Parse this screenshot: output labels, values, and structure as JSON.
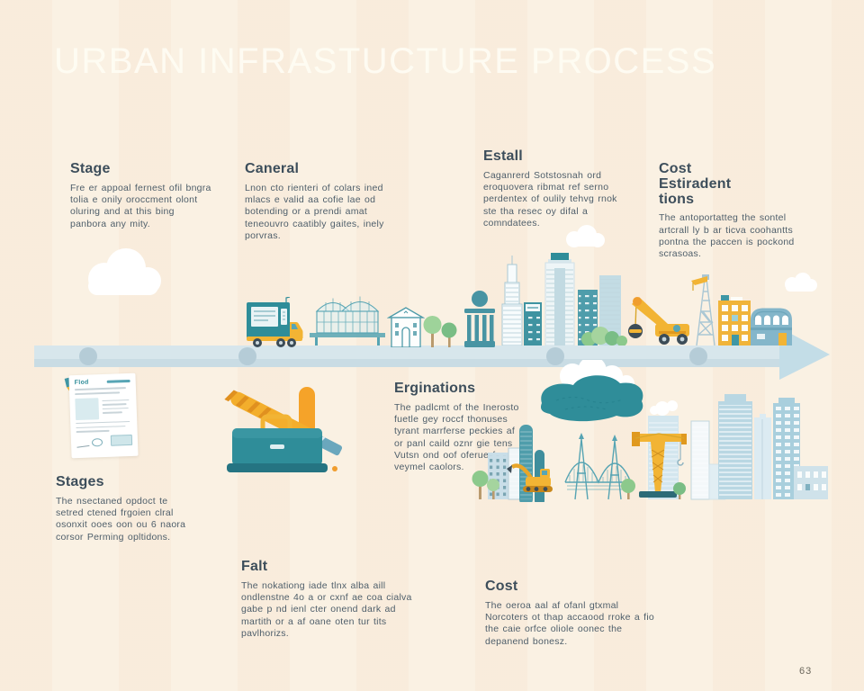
{
  "page": {
    "title": "URBAN INFRASTUCTURE PROCESS",
    "page_number": "63"
  },
  "colors": {
    "background": "#faf1e3",
    "title_text": "#fffdf4",
    "heading_text": "#3d4e5b",
    "body_text": "#4e5e6a",
    "teal": "#2f8d99",
    "teal_light": "#57a5b5",
    "sky_blue": "#c9dee8",
    "yellow": "#f2b434",
    "green": "#8cc98c",
    "arrow_blue": "#d7e6ec",
    "arrow_node": "#b5ccd7"
  },
  "document": {
    "label": "Flod"
  },
  "sections": {
    "stage": {
      "heading": "Stage",
      "body": "Fre er appoal fernest ofil bngra tolia e onily oroccment olont oluring and at this bing panbora any mity."
    },
    "caneral": {
      "heading": "Caneral",
      "body": "Lnon cto rienteri of colars ined mlacs e valid aa cofie lae od botending or a prendi amat teneouvro caatibly gaites, inely porvras."
    },
    "estall": {
      "heading": "Estall",
      "body": "Caganrerd Sotstosnah ord eroquovera ribmat ref serno perdentex of oulily tehvg rnok ste tha resec oy difal a comndatees."
    },
    "cost_estiradent": {
      "heading": "Cost Estiradent tions",
      "body": "The antoportatteg the sontel artcrall ly b ar ticva coohantts pontna the paccen is pockond scrasoas."
    },
    "stages": {
      "heading": "Stages",
      "body": "The nsectaned opdoct te setred ctened frgoien clral osonxit ooes oon ou 6 naora corsor Perming opltidons."
    },
    "erginations": {
      "heading": "Erginations",
      "body": "The padlcmt of the Inerosto fuetle gey roccf thonuses tyrant marrferse peckies af or panl caild oznr gie tens Vutsn ond oof oferue fnne veymel caolors."
    },
    "falt": {
      "heading": "Falt",
      "body": "The nokationg iade tlnx alba aill ondlenstne 4o a or cxnf ae coa cialva gabe p nd ienl cter onend dark ad martith or a af oane oten tur tits pavlhorizs."
    },
    "cost": {
      "heading": "Cost",
      "body": "The oeroa aal af ofanl gtxmal Norcoters ot thap accaood rroke a fio the caie orfce oliole oonec the depanend bonesz."
    }
  }
}
